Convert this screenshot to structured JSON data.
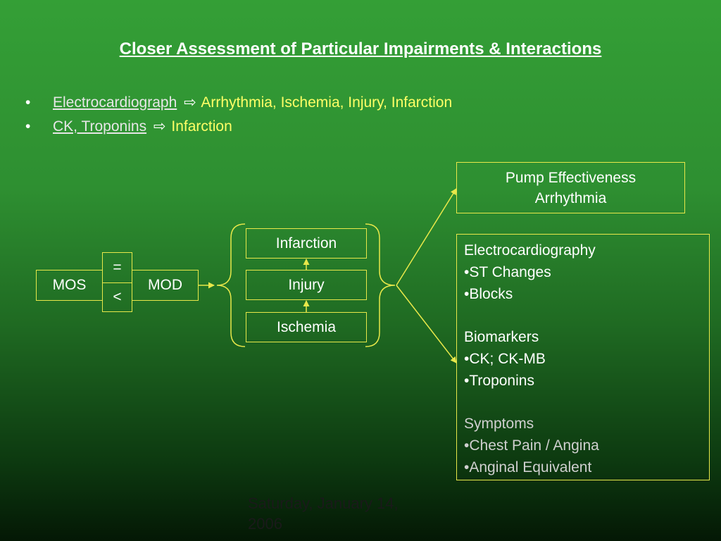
{
  "title": "Closer Assessment of Particular Impairments & Interactions",
  "bullets": [
    {
      "marker": "•",
      "link": "Electrocardiograph",
      "arrow": "⇨",
      "text": "Arrhythmia, Ischemia, Injury, Infarction"
    },
    {
      "marker": "•",
      "link": "CK, Troponins",
      "arrow": "⇨",
      "text": "Infarction"
    }
  ],
  "diagram": {
    "mos": "MOS",
    "equals": "=",
    "less": "<",
    "mod": "MOD",
    "infarction": "Infarction",
    "injury": "Injury",
    "ischemia": "Ischemia",
    "pump": {
      "line1": "Pump Effectiveness",
      "line2": "Arrhythmia"
    },
    "assessment": {
      "ecg_heading": "Electrocardiography",
      "ecg_items": [
        "•ST Changes",
        "•Blocks"
      ],
      "bio_heading": "Biomarkers",
      "bio_items": [
        "•CK; CK-MB",
        "•Troponins"
      ],
      "sym_heading": "Symptoms",
      "sym_items": [
        "•Chest Pain / Angina",
        "•Anginal Equivalent"
      ]
    }
  },
  "footer": {
    "date": "Saturday, January 14, 2006"
  },
  "colors": {
    "line": "#e8e84a",
    "accent_text": "#ffff66",
    "link": "#e6e6e6",
    "background": "#2e8f31"
  }
}
